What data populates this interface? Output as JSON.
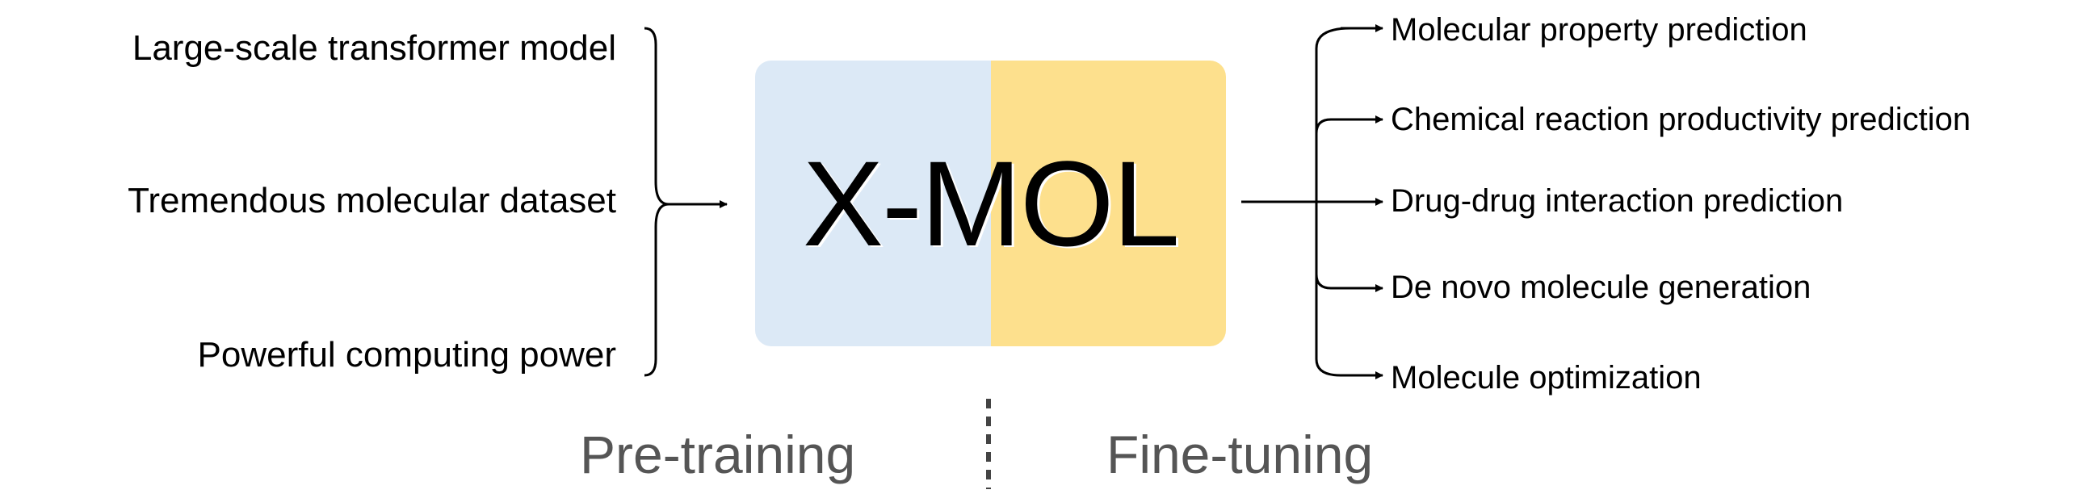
{
  "inputs": [
    "Large-scale transformer model",
    "Tremendous molecular dataset",
    "Powerful computing power"
  ],
  "model": {
    "name": "X-MOL",
    "left_color": "#dce9f6",
    "right_color": "#fde08d"
  },
  "outputs": [
    "Molecular property prediction",
    "Chemical reaction productivity prediction",
    "Drug-drug interaction prediction",
    "De novo molecule generation",
    "Molecule optimization"
  ],
  "phases": {
    "pre": "Pre-training",
    "fine": "Fine-tuning"
  }
}
